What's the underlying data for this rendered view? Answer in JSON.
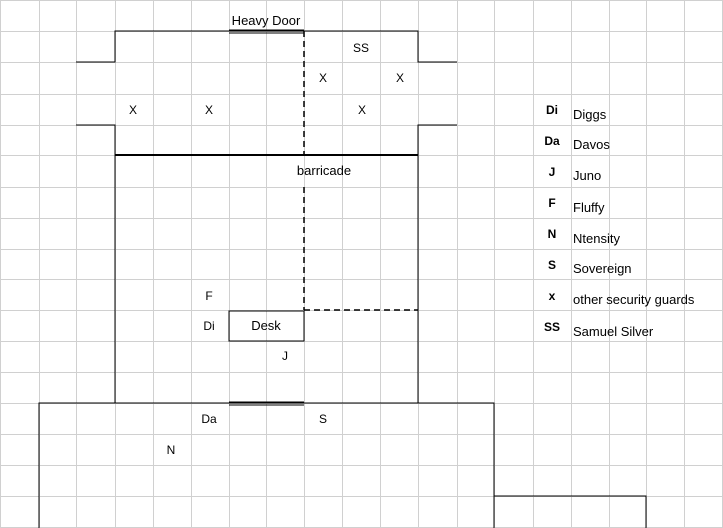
{
  "title": "Heavy Door",
  "room_labels": {
    "barricade": "barricade",
    "desk": "Desk"
  },
  "markers": {
    "samuel_silver": "SS",
    "guard_a": "X",
    "guard_b": "X",
    "guard_c": "X",
    "guard_d": "X",
    "guard_e": "X",
    "fluffy": "F",
    "diggs": "Di",
    "juno": "J",
    "davos": "Da",
    "sovereign": "S",
    "ntensity": "N"
  },
  "legend": [
    {
      "code": "Di",
      "name": "Diggs"
    },
    {
      "code": "Da",
      "name": "Davos"
    },
    {
      "code": "J",
      "name": "Juno"
    },
    {
      "code": "F",
      "name": "Fluffy"
    },
    {
      "code": "N",
      "name": "Ntensity"
    },
    {
      "code": "S",
      "name": "Sovereign"
    },
    {
      "code": "x",
      "name": "other security guards"
    },
    {
      "code": "SS",
      "name": "Samuel Silver"
    }
  ],
  "colors": {
    "grid": "#d0d0d0",
    "ink": "#000000",
    "background": "#ffffff"
  }
}
